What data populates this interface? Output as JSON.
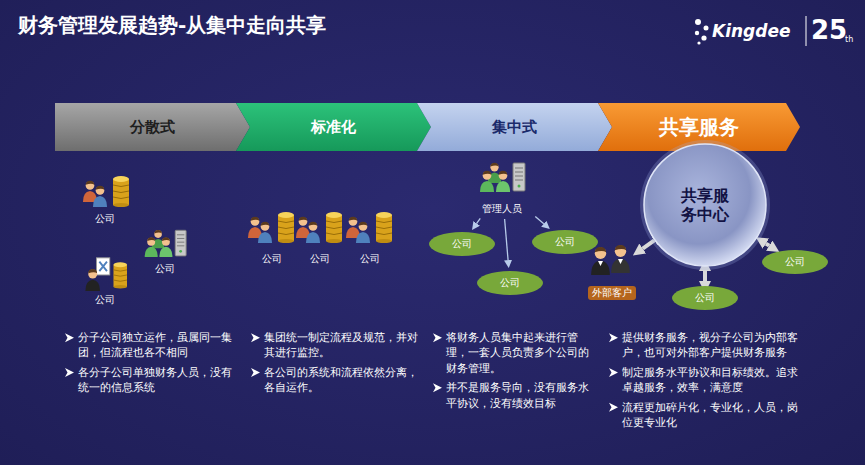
{
  "diagram": {
    "title": "财务管理发展趋势-从集中走向共享",
    "nodes": [
      {
        "text": [
          "分散式"
        ]
      },
      {
        "text": [
          "标准化"
        ]
      },
      {
        "text": [
          "集中式"
        ]
      },
      {
        "text": [
          "共享服务"
        ]
      },
      {
        "text": [
          "管理人员"
        ]
      },
      {
        "text": [
          "公司"
        ]
      },
      {
        "text": [
          "公司"
        ]
      },
      {
        "text": [
          "公司"
        ]
      },
      {
        "text": [
          "共享服务中心"
        ]
      },
      {
        "text": [
          "外部客户"
        ]
      },
      {
        "text": [
          "公司"
        ]
      },
      {
        "text": [
          "公司"
        ]
      }
    ],
    "edges": [
      {
        "from": 4,
        "to": 5,
        "arrow": "to"
      },
      {
        "from": 4,
        "to": 6,
        "arrow": "to"
      },
      {
        "from": 4,
        "to": 7,
        "arrow": "to"
      },
      {
        "from": 8,
        "to": 9,
        "arrow": "both"
      },
      {
        "from": 8,
        "to": 10,
        "arrow": "both"
      },
      {
        "from": 8,
        "to": 11,
        "arrow": "both"
      }
    ],
    "labels": [
      "Kingdee",
      "25",
      "th",
      "公司",
      "公司",
      "公司",
      "公司",
      "公司",
      "公司",
      "分子公司独立运作，虽属同一集团，但流程也各不相同",
      "各分子公司单独财务人员，没有统一的信息系统",
      "集团统一制定流程及规范，并对其进行监控。",
      "各公司的系统和流程依然分离，各自运作。",
      "将财务人员集中起来进行管理，一套人员负责多个公司的财务管理。",
      "并不是服务导向，没有服务水平协议，没有绩效目标",
      "提供财务服务，视分子公司为内部客户，也可对外部客户提供财务服务",
      "制定服务水平协议和目标绩效。追求卓越服务，效率，满意度",
      "流程更加碎片化，专业化，人员，岗位更专业化"
    ]
  }
}
